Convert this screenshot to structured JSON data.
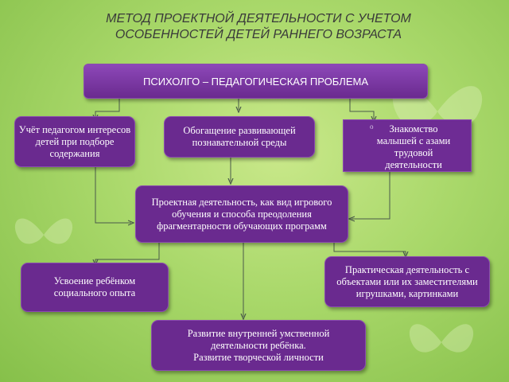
{
  "title": {
    "line1": "МЕТОД ПРОЕКТНОЙ ДЕЯТЕЛЬНОСТИ С УЧЕТОМ",
    "line2": "ОСОБЕННОСТЕЙ ДЕТЕЙ РАННЕГО ВОЗРАСТА"
  },
  "boxes": {
    "problem": "ПСИХОЛГО – ПЕДАГОГИЧЕСКАЯ ПРОБЛЕМА",
    "interests": "Учёт педагогом интересов детей при подборе содержания",
    "environment": "Обогащение развивающей познавательной среды",
    "labor_bullet": "o",
    "labor": "Знакомство малышей с азами трудовой деятельности",
    "project": "Проектная деятельность, как вид игрового обучения и способа преодоления фрагментарности обучающих программ",
    "social": "Усвоение ребёнком социального опыта",
    "practical": "Практическая деятельность с объектами или их заместителями игрушками, картинками",
    "development_line1": "Развитие внутренней умственной деятельности ребёнка.",
    "development_line2": "Развитие творческой личности"
  },
  "colors": {
    "box_fill": "#6a2a8f",
    "background": "#a9d86a",
    "connector": "#4a5a4a"
  }
}
